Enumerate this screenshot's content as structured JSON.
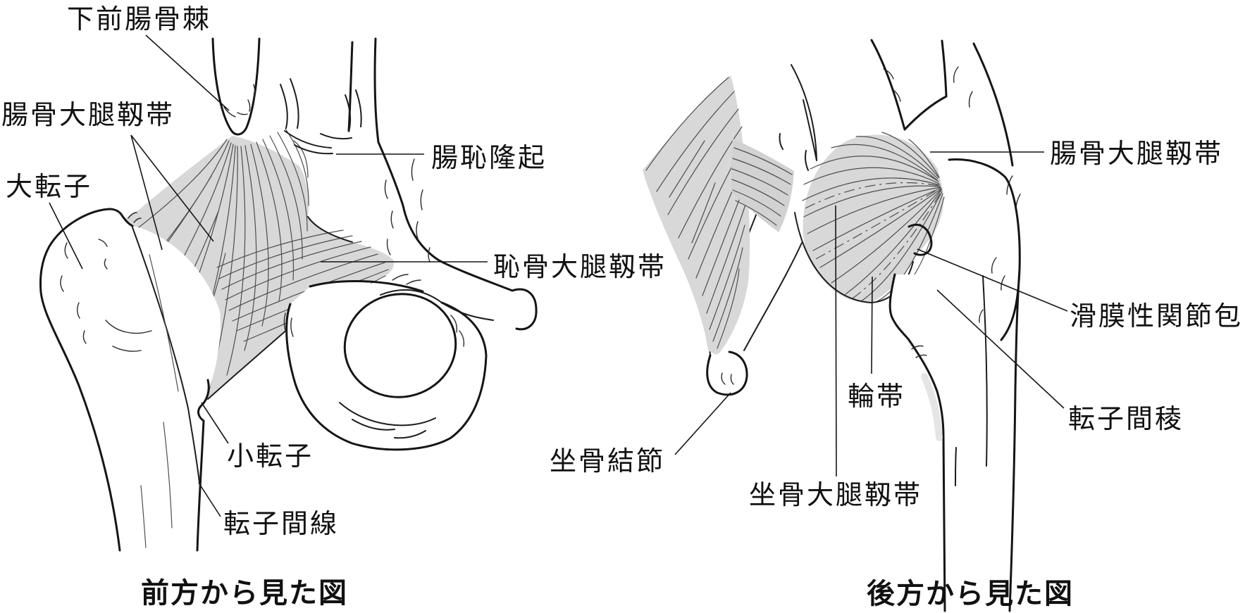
{
  "figures": {
    "anterior": {
      "caption": "前方から見た図",
      "labels": {
        "aiis": "下前腸骨棘",
        "iliofemoral": "腸骨大腿靱帯",
        "greater_trochanter": "大転子",
        "iliopubic_eminence": "腸恥隆起",
        "pubofemoral": "恥骨大腿靱帯",
        "lesser_trochanter": "小転子",
        "intertrochanteric_line": "転子間線"
      }
    },
    "posterior": {
      "caption": "後方から見た図",
      "labels": {
        "iliofemoral": "腸骨大腿靱帯",
        "synovial_capsule": "滑膜性関節包",
        "zona_orbicularis": "輪帯",
        "intertrochanteric_crest": "転子間稜",
        "ischial_tuberosity": "坐骨結節",
        "ischiofemoral": "坐骨大腿靱帯"
      }
    }
  },
  "colors": {
    "line": "#151515",
    "ligament_fill": "#d8d8d8",
    "bone_fill": "#ffffff",
    "background": "#ffffff"
  }
}
